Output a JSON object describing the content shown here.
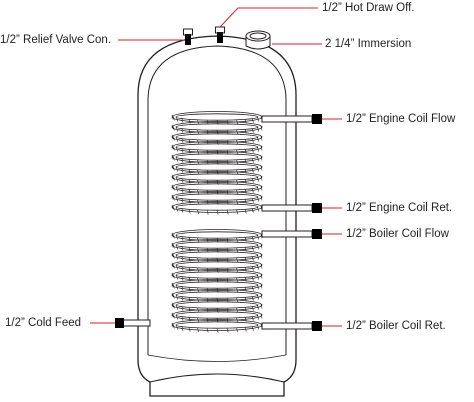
{
  "labels": {
    "hot_draw_off": "1/2” Hot Draw Off.",
    "relief_valve": "1/2” Relief Valve Con.",
    "immersion": "2 1/4” Immersion",
    "engine_coil_flow": "1/2” Engine Coil Flow",
    "engine_coil_ret": "1/2” Engine Coil Ret.",
    "boiler_coil_flow": "1/2” Boiler Coil Flow",
    "cold_feed": "1/2” Cold Feed",
    "boiler_coil_ret": "1/2” Boiler Coil Ret."
  },
  "colors": {
    "leader": "#e31e24",
    "outline": "#231f20",
    "fitting": "#000000",
    "text": "#231f20"
  }
}
